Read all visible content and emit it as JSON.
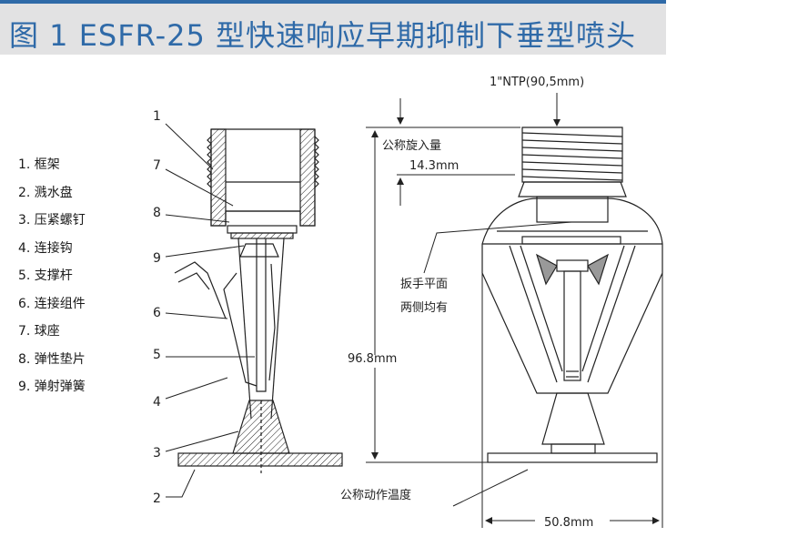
{
  "title": "图 1  ESFR-25 型快速响应早期抑制下垂型喷头",
  "legend": [
    "1. 框架",
    "2. 溅水盘",
    "3. 压紧螺钉",
    "4. 连接钩",
    "5. 支撑杆",
    "6. 连接组件",
    "7. 球座",
    "8. 弹性垫片",
    "9. 弹射弹簧"
  ],
  "callouts": [
    "1",
    "7",
    "8",
    "9",
    "6",
    "5",
    "4",
    "3",
    "2"
  ],
  "dimensions": {
    "thread": "1\"NTP(90,5mm)",
    "nominal_insertion": "公称旋入量",
    "insertion_depth": "14.3mm",
    "height": "96.8mm",
    "wrench_flats_line1": "扳手平面",
    "wrench_flats_line2": "两侧均有",
    "temperature_rating": "公称动作温度",
    "width": "50.8mm"
  },
  "colors": {
    "accent": "#2f6aa8",
    "title_band": "#e2e2e3"
  }
}
